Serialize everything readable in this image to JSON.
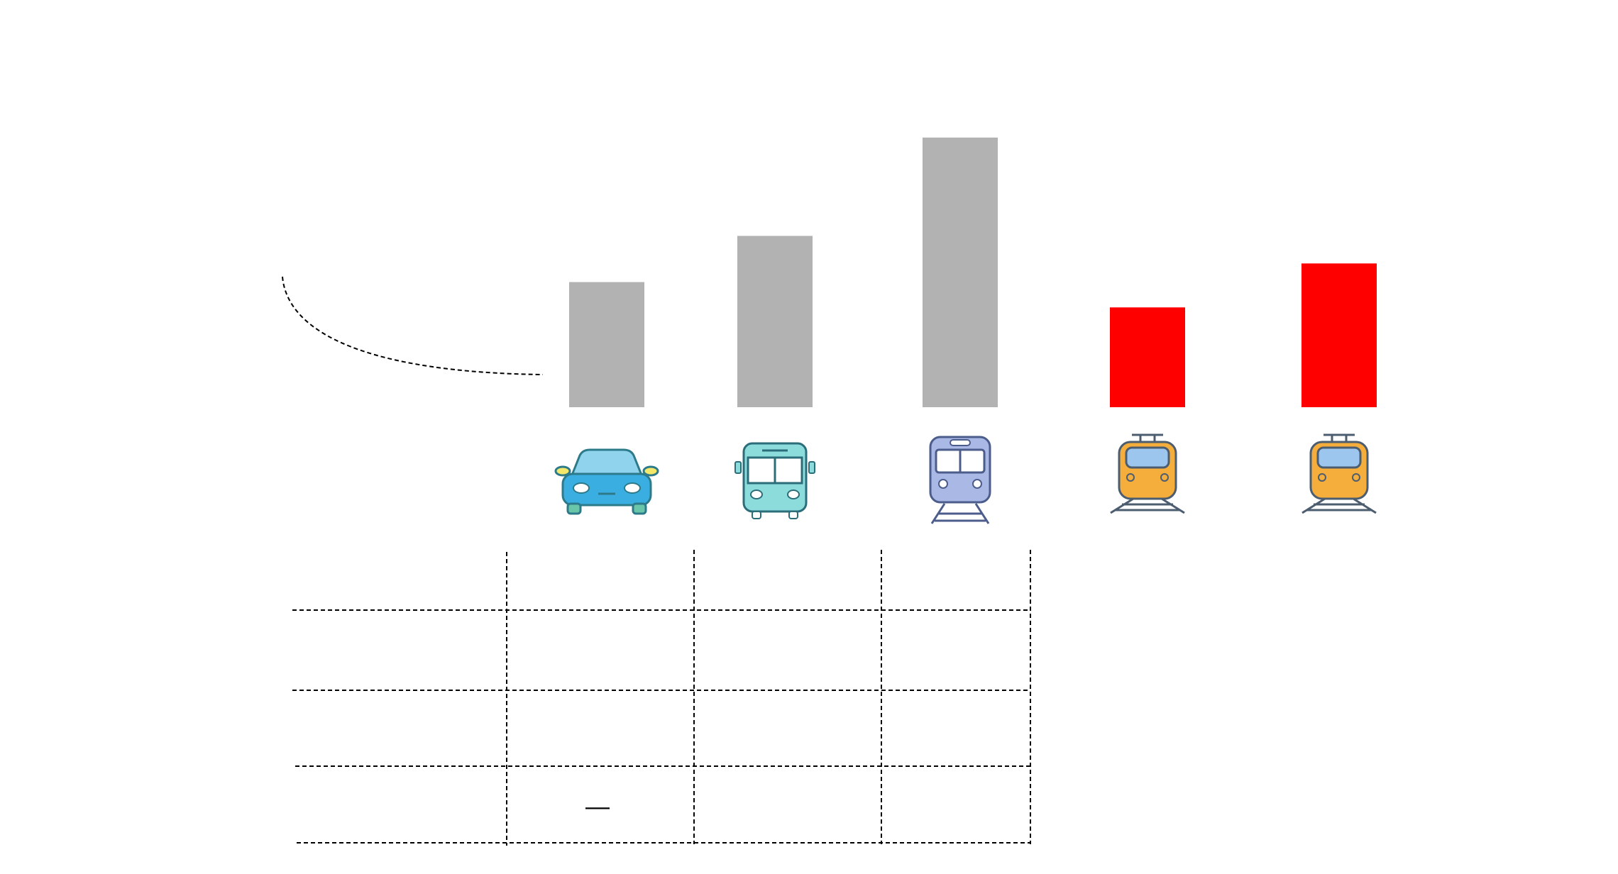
{
  "chart_data": {
    "type": "bar",
    "categories": [
      "",
      "",
      "",
      "",
      ""
    ],
    "icons": [
      "car-icon",
      "bus-icon",
      "subway-icon",
      "tram-icon",
      "tram-icon"
    ],
    "values": [
      1.68,
      2.3,
      3.62,
      1.34,
      1.93
    ],
    "colors": [
      "#b2b2b2",
      "#b2b2b2",
      "#b2b2b2",
      "#ff0000",
      "#ff0000"
    ],
    "title": "",
    "xlabel": "",
    "ylabel": "",
    "ylim": [
      0,
      4
    ],
    "grid": false,
    "legend": "none"
  },
  "table": {
    "rows": [
      [
        "",
        "",
        "",
        ""
      ],
      [
        "",
        "",
        "",
        ""
      ],
      [
        "",
        "",
        "",
        ""
      ],
      [
        "",
        "—",
        "",
        ""
      ]
    ]
  },
  "colors": {
    "bar_default": "#b2b2b2",
    "bar_highlight": "#ff0000",
    "car_body": "#3aaee0",
    "bus_body": "#8ddcdc",
    "subway_body": "#a9b8e4",
    "tram_body": "#f5ad3c"
  }
}
